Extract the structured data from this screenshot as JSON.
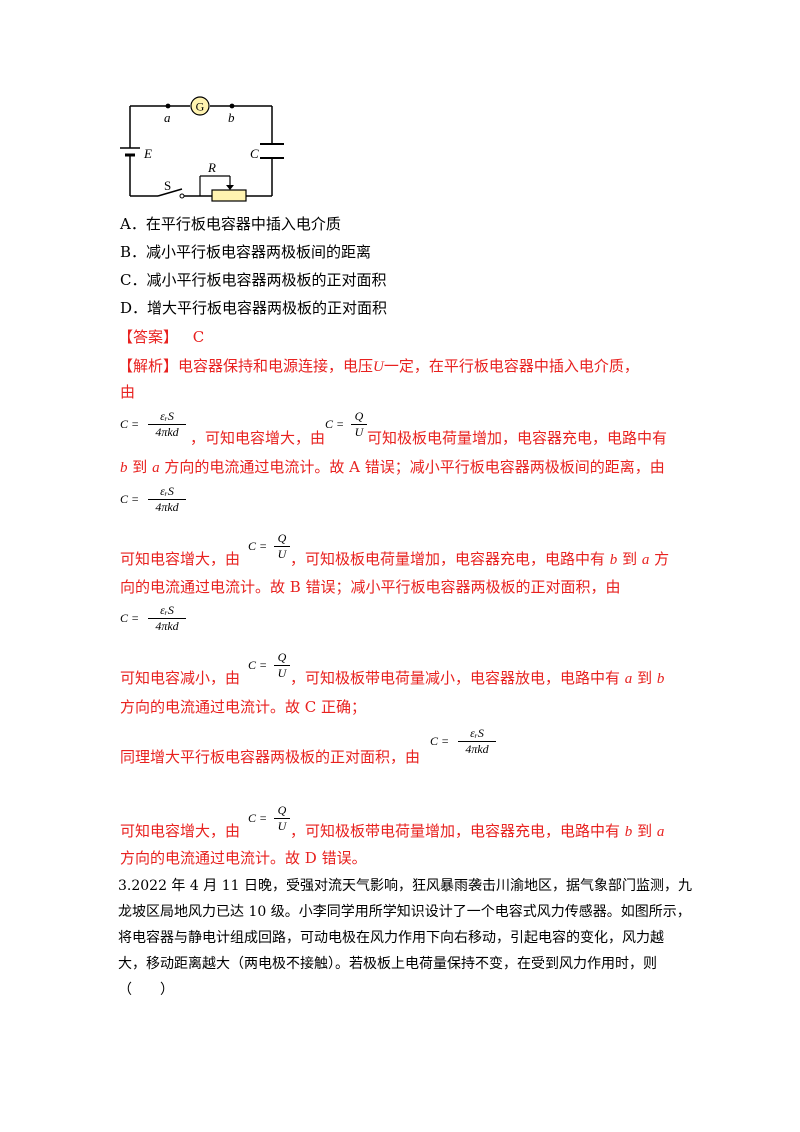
{
  "circuit": {
    "label_a": "a",
    "label_b": "b",
    "label_G": "G",
    "label_E": "E",
    "label_C": "C",
    "label_S": "S",
    "label_R": "R"
  },
  "options": [
    {
      "id": "A",
      "text": "A．在平行板电容器中插入电介质"
    },
    {
      "id": "B",
      "text": "B．减小平行板电容器两极板间的距离"
    },
    {
      "id": "C",
      "text": "C．减小平行板电容器两极板的正对面积"
    },
    {
      "id": "D",
      "text": "D．增大平行板电容器两极板的正对面积"
    }
  ],
  "answer": {
    "label": "【答案】",
    "value": "C"
  },
  "analysis": {
    "label": "【解析】",
    "line1": "电容器保持和电源连接，电压",
    "var_U": "U",
    "line1b": "一定，在平行板电容器中插入电介质，",
    "line2": "由",
    "l3a": "，可知电容增大，由",
    "l3b": "可知极板电荷量增加，电容器充电，电路中有",
    "l4a": "b",
    "l4b": "到",
    "l4c": "a",
    "l4d": "方向的电流通过电流计。故 A 错误；减小平行板电容器两极板间的距离，由",
    "l5a": "可知电容增大，由",
    "l5b": "，可知极板电荷量增加，电容器充电，电路中有",
    "l5c": "b",
    "l5d": "到",
    "l5e": "a",
    "l5f": "方",
    "l6": "向的电流通过电流计。故 B 错误；减小平行板电容器两极板的正对面积，由",
    "l7a": "可知电容减小，由",
    "l7b": "，可知极板带电荷量减小，电容器放电，电路中有",
    "l7c": "a",
    "l7d": "到",
    "l7e": "b",
    "l8": "方向的电流通过电流计。故 C 正确；",
    "l9": "同理增大平行板电容器两极板的正对面积，由",
    "l10a": "可知电容增大，由",
    "l10b": "，可知极板带电荷量增加，电容器充电，电路中有",
    "l10c": "b",
    "l10d": "到",
    "l10e": "a",
    "l11": "方向的电流通过电流计。故 D 错误。"
  },
  "formula": {
    "lhs": "C =",
    "cap_num": "εᵣS",
    "cap_den": "4πkd",
    "q_num": "Q",
    "q_den": "U"
  },
  "question3": {
    "line1": "3.2022 年 4 月 11 日晚，受强对流天气影响，狂风暴雨袭击川渝地区，据气象部门监测，九",
    "line2": "龙坡区局地风力已达 10 级。小李同学用所学知识设计了一个电容式风力传感器。如图所示，",
    "line3": "将电容器与静电计组成回路，可动电极在风力作用下向右移动，引起电容的变化，风力越",
    "line4": "大，移动距离越大（两电极不接触）。若极板上电荷量保持不变，在受到风力作用时，则",
    "line5": "（　　）"
  },
  "colors": {
    "analysis_red": "#e8211f",
    "resistor_fill": "#fff3b0",
    "galvanometer_fill": "#fff3b0"
  }
}
